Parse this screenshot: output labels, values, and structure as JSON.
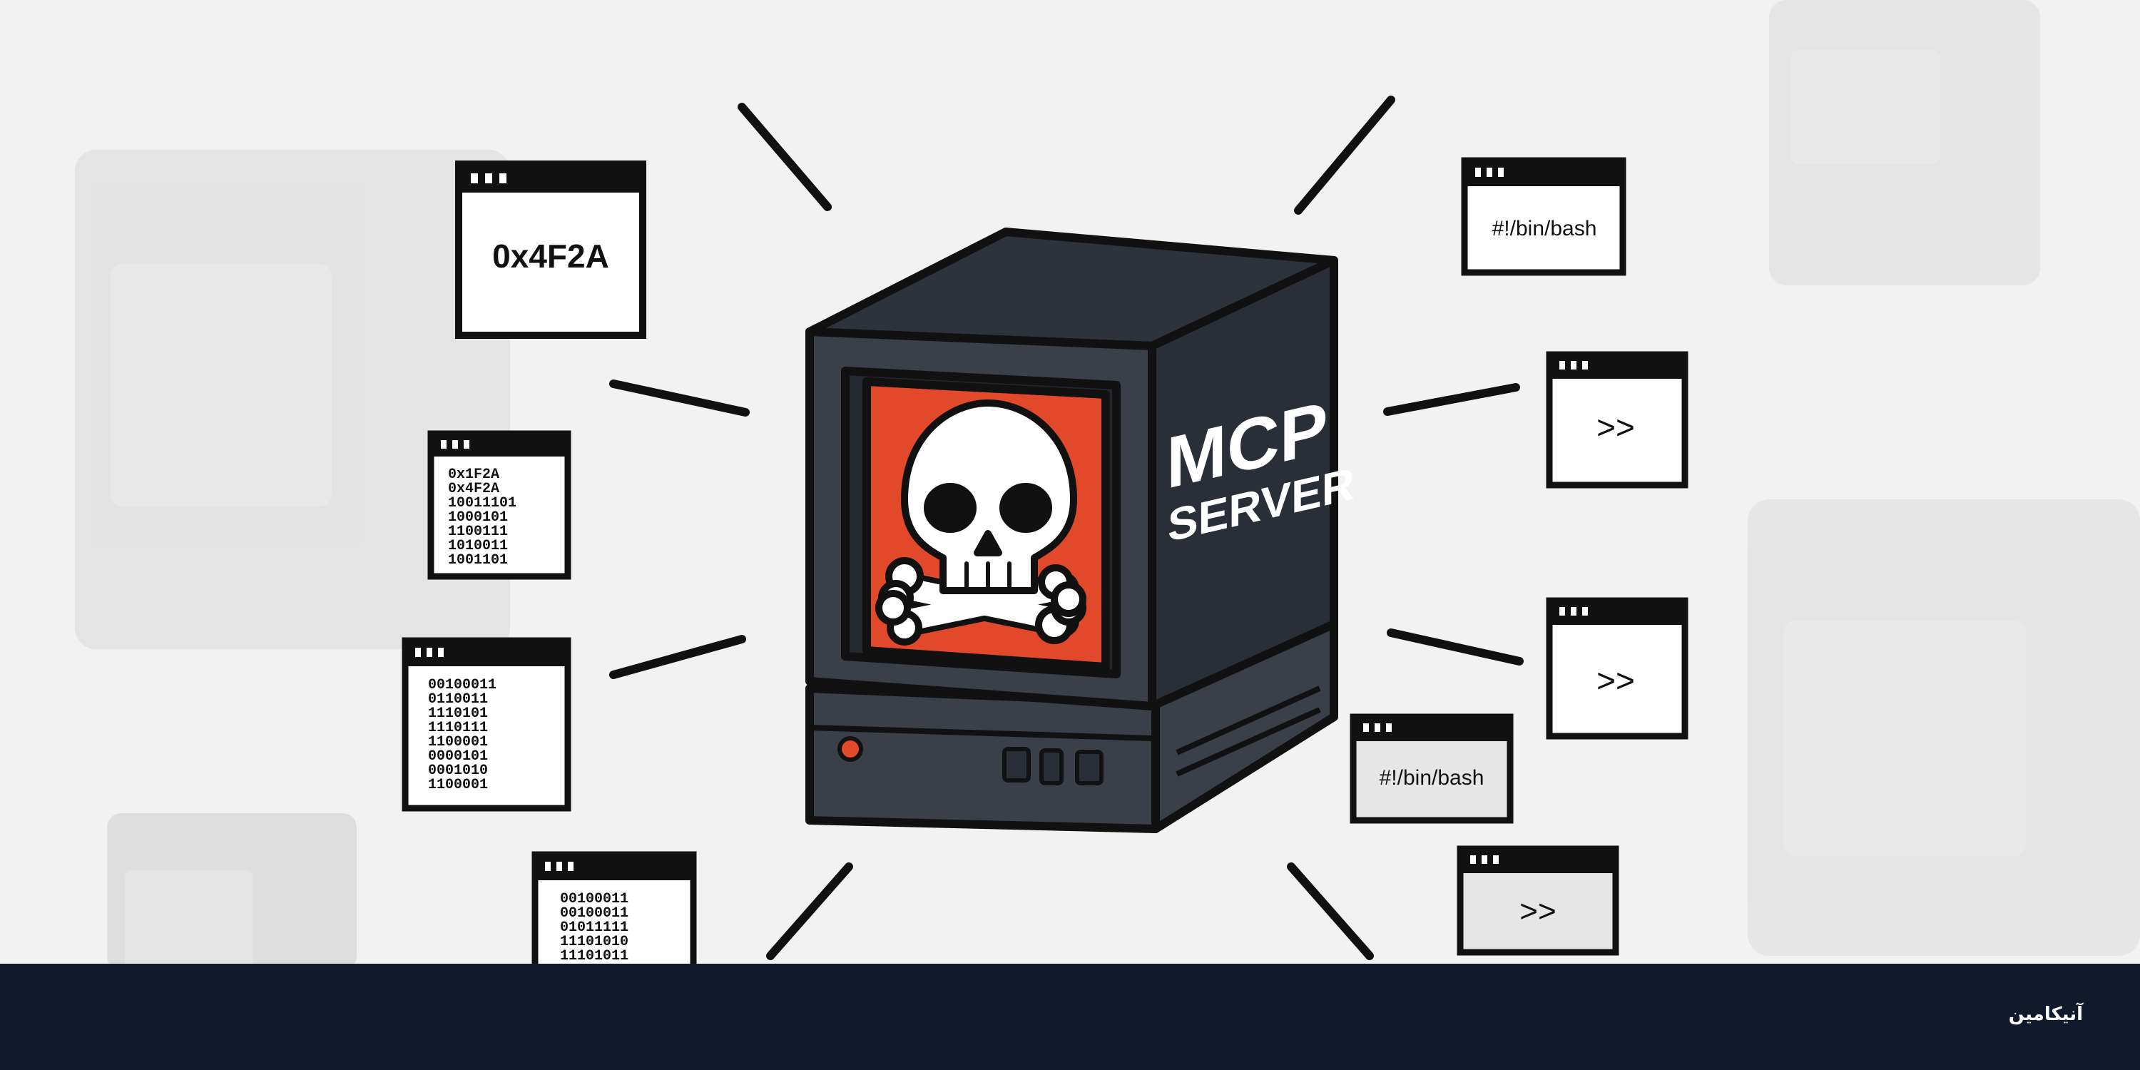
{
  "server": {
    "label_line1": "MCP",
    "label_line2": "SERVER"
  },
  "windows": {
    "hex_title": "0x4F2A",
    "hex_stack": [
      "0x1F2A",
      "0x4F2A",
      "10011101",
      "1000101",
      "1100111",
      "1010011",
      "1001101"
    ],
    "binary_a": [
      "00100011",
      "0110011",
      "1110101",
      "1110111",
      "1100001",
      "0000101",
      "0001010",
      "1100001"
    ],
    "binary_b": [
      "00100011",
      "00100011",
      "01011111",
      "11101010",
      "11101011"
    ],
    "bash_top": "#!/bin/bash",
    "bash_bottom": "#!/bin/bash",
    "prompt_1": ">>",
    "prompt_2": ">>",
    "prompt_3": ">>"
  },
  "footer": {
    "brand": "آنیکامین"
  },
  "colors": {
    "screen_red": "#e2492a",
    "server_body": "#3a3f48",
    "footer_bg": "#111a2c"
  }
}
